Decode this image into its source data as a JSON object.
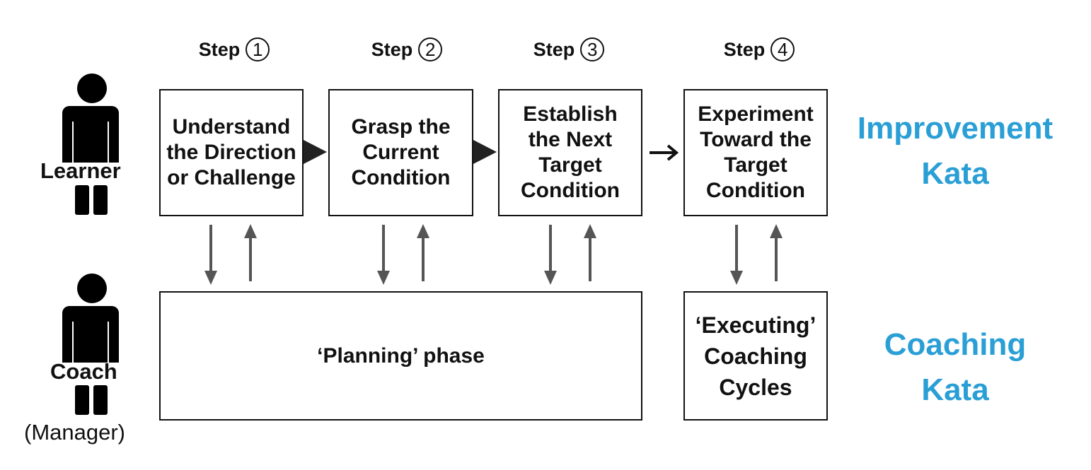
{
  "steps": [
    {
      "label": "Step",
      "num": "1",
      "text": "Understand\nthe Direction\nor Challenge"
    },
    {
      "label": "Step",
      "num": "2",
      "text": "Grasp the\nCurrent\nCondition"
    },
    {
      "label": "Step",
      "num": "3",
      "text": "Establish\nthe Next\nTarget\nCondition"
    },
    {
      "label": "Step",
      "num": "4",
      "text": "Experiment\nToward the\nTarget\nCondition"
    }
  ],
  "learner": {
    "label": "Learner"
  },
  "coach": {
    "label": "Coach",
    "sublabel": "(Manager)"
  },
  "phases": {
    "planning": "‘Planning’ phase",
    "executing": "‘Executing’\nCoaching\nCycles"
  },
  "kata": {
    "improvement": "Improvement\nKata",
    "coaching": "Coaching\nKata"
  },
  "colors": {
    "kata_blue": "#2a9fd6",
    "arrow_gray": "#555555"
  }
}
